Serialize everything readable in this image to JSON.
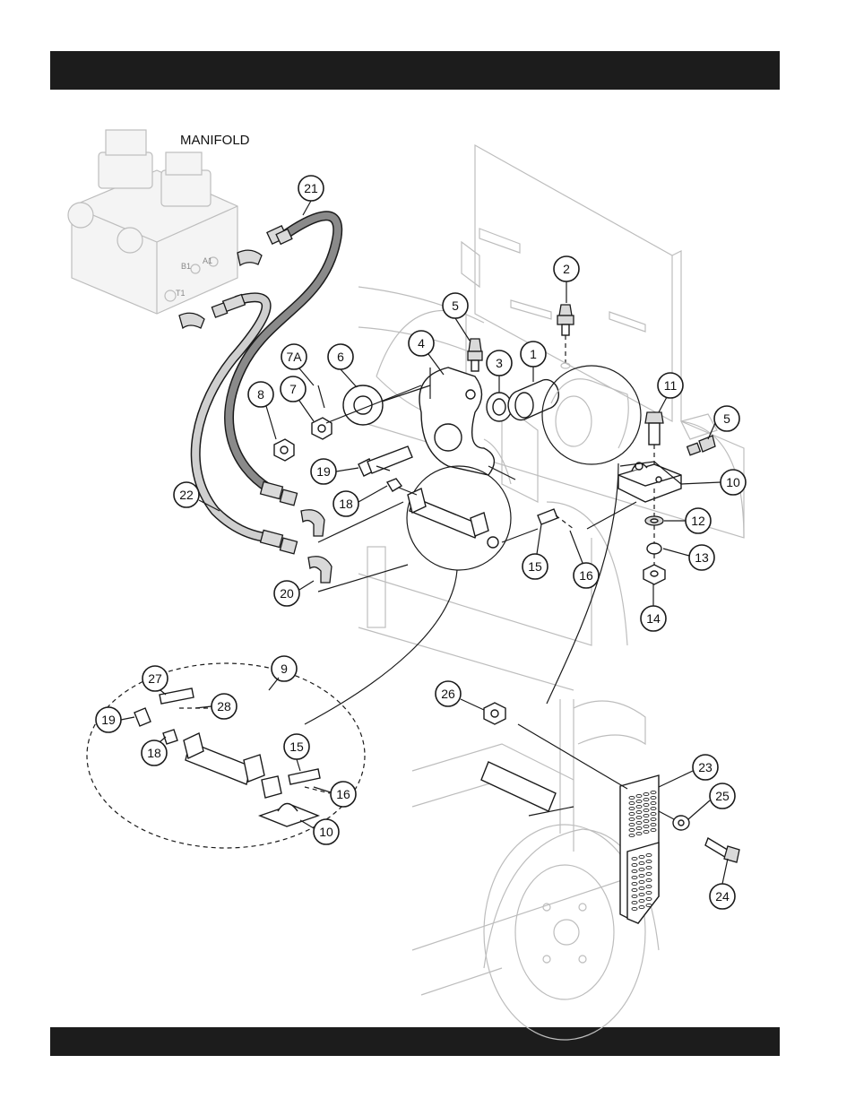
{
  "manifold_label": "MANIFOLD",
  "port_labels": {
    "b1": "B1",
    "a1": "A1",
    "t1": "T1"
  },
  "callouts": [
    "21",
    "2",
    "5",
    "4",
    "3",
    "1",
    "7A",
    "6",
    "7",
    "8",
    "11",
    "5",
    "19",
    "18",
    "10",
    "12",
    "22",
    "15",
    "16",
    "13",
    "20",
    "14",
    "9",
    "27",
    "28",
    "19",
    "18",
    "15",
    "16",
    "10",
    "26",
    "23",
    "25",
    "24"
  ],
  "colors": {
    "header_bar": "#1c1c1c",
    "line": "#1a1a1a",
    "ghost": "#bdbdbd"
  }
}
